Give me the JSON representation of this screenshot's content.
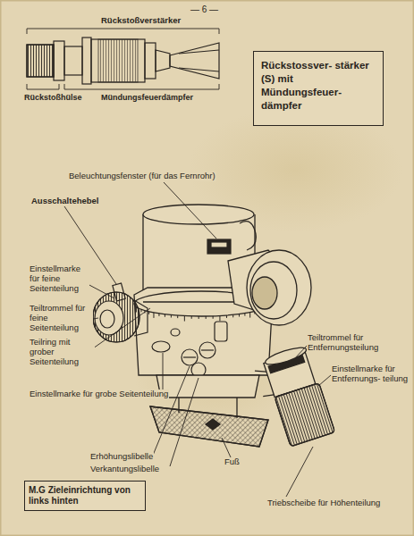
{
  "diagram": {
    "nodes": [
      {
        "text": [
          "Rückstossver- stärker (S) mit Mündungsfeuer- dämpfer"
        ]
      },
      {
        "text": [
          "M.G Zieleinrichtung von links hinten"
        ]
      }
    ],
    "labels": [
      "— 6 —",
      "Rückstoßverstärker",
      "Rückstoßhülse",
      "Mündungsfeuerdämpfer",
      "Beleuchtungsfenster (für das Fernrohr)",
      "Ausschaltehebel",
      "Einstellmarke für feine Seitenteilung",
      "Teiltrommel für feine Seitenteilung",
      "Teilring mit grober Seitenteilung",
      "Einstellmarke für grobe Seitenteilung",
      "Erhöhungslibelle",
      "Verkantungslibelle",
      "Fuß",
      "Teiltrommel für Entfernungsteilung",
      "Einstellmarke für Entfernungs- teilung",
      "Triebscheibe für Höhenteilung"
    ]
  }
}
